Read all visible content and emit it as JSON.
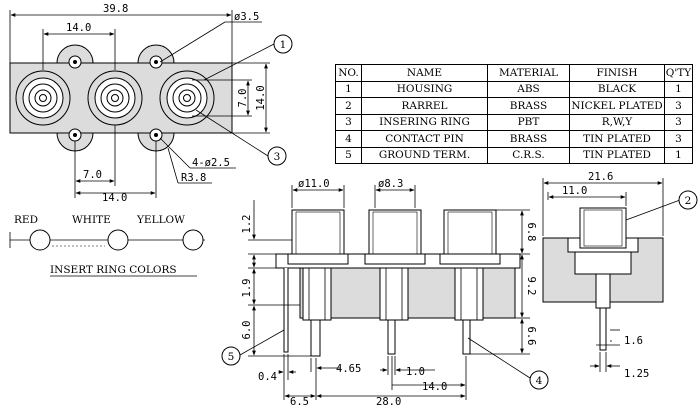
{
  "top_view": {
    "dims": {
      "overall_width": "39.8",
      "pitch_top": "14.0",
      "hole_dia": "ø3.5",
      "height_inner": "7.0",
      "height_outer": "14.0",
      "small_holes": "4-ø2.5",
      "pitch_bottom_half": "7.0",
      "pitch_bottom": "14.0",
      "radius": "R3.8"
    },
    "callouts": {
      "c1": "1",
      "c3": "3"
    }
  },
  "colors_legend": {
    "labels": [
      "RED",
      "WHITE",
      "YELLOW"
    ],
    "caption": "INSERT RING COLORS"
  },
  "bom": {
    "headers": [
      "NO.",
      "NAME",
      "MATERIAL",
      "FINISH",
      "Q'TY"
    ],
    "rows": [
      [
        "1",
        "HOUSING",
        "ABS",
        "BLACK",
        "1"
      ],
      [
        "2",
        "RARREL",
        "BRASS",
        "NICKEL PLATED",
        "3"
      ],
      [
        "3",
        "INSERING RING",
        "PBT",
        "R,W,Y",
        "3"
      ],
      [
        "4",
        "CONTACT PIN",
        "BRASS",
        "TIN PLATED",
        "3"
      ],
      [
        "5",
        "GROUND TERM.",
        "C.R.S.",
        "TIN PLATED",
        "1"
      ]
    ]
  },
  "front_view": {
    "dims": {
      "dia_large": "ø11.0",
      "dia_small": "ø8.3",
      "h_top": "1.2",
      "h_mid": "1.9",
      "h_bottom": "6.0",
      "h_cap": "6.8",
      "h_body": "9.2",
      "h_pin": "6.6",
      "w_04": "0.4",
      "w_465": "4.65",
      "w_10": "1.0",
      "w_140": "14.0",
      "w_65": "6.5",
      "w_280": "28.0"
    },
    "callouts": {
      "c5": "5",
      "c4": "4"
    }
  },
  "side_view": {
    "dims": {
      "w_216": "21.6",
      "w_110": "11.0",
      "w_16": "1.6",
      "w_125": "1.25"
    },
    "callouts": {
      "c2": "2"
    }
  }
}
